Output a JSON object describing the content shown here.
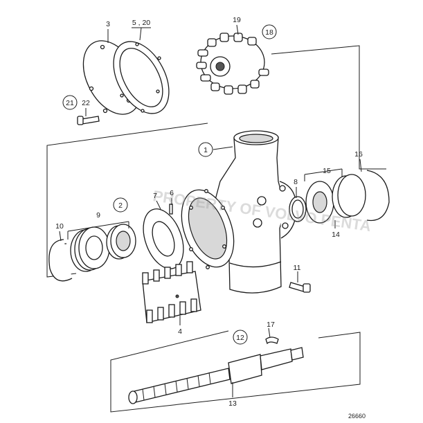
{
  "diagram": {
    "reference_number": "26660",
    "watermark": "PROPERTY OF VOLVO PENTA",
    "part_labels": {
      "p1": "1",
      "p3": "3",
      "p5_20": "5 , 20",
      "p19": "19",
      "p18": "18",
      "p21": "21",
      "p22": "22",
      "p2": "2",
      "p9": "9",
      "p10": "10",
      "p7": "7",
      "p6": "6",
      "p8": "8",
      "p15": "15",
      "p16": "16",
      "p14": "14",
      "p11": "11",
      "p4": "4",
      "p12": "12",
      "p17": "17",
      "p13": "13"
    }
  }
}
